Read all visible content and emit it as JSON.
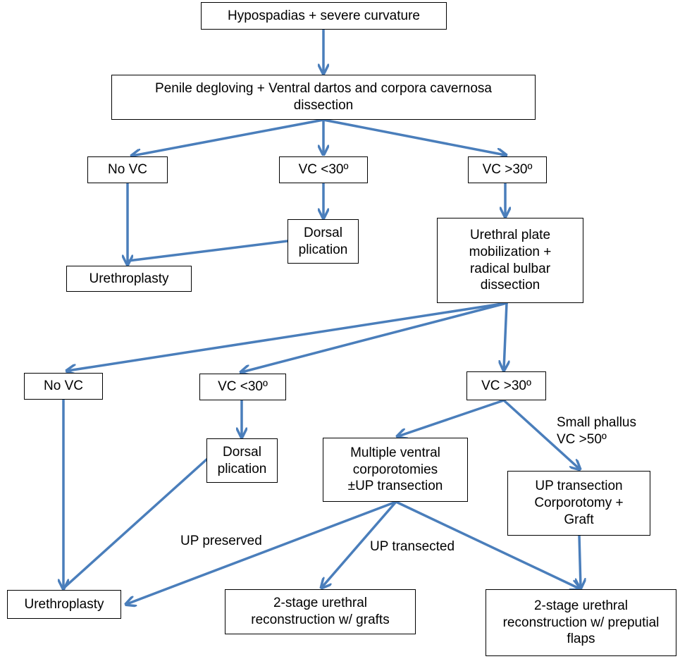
{
  "colors": {
    "arrow": "#4a7ebb",
    "box_border": "#000000"
  },
  "nodes": {
    "top": "Hypospadias + severe curvature",
    "degloving": [
      "Penile degloving + Ventral dartos and corpora cavernosa",
      "dissection"
    ],
    "novc1": "No VC",
    "vclt1": "VC <30º",
    "vcgt1": "VC >30º",
    "dorsal1": [
      "Dorsal",
      "plication"
    ],
    "urethroplasty1": "Urethroplasty",
    "mobilization": [
      "Urethral plate",
      "mobilization +",
      "radical bulbar",
      "dissection"
    ],
    "novc2": "No VC",
    "vclt2": "VC <30º",
    "vcgt2": "VC >30º",
    "dorsal2": [
      "Dorsal",
      "plication"
    ],
    "corporotomies": [
      "Multiple ventral",
      "corporotomies",
      "±UP transection"
    ],
    "transection": [
      "UP transection",
      "Corporotomy +",
      "Graft"
    ],
    "urethroplasty2": "Urethroplasty",
    "twostage_grafts": [
      "2-stage urethral",
      "reconstruction w/ grafts"
    ],
    "twostage_flaps": [
      "2-stage urethral",
      "reconstruction w/ preputial",
      "flaps"
    ]
  },
  "edge_labels": {
    "small_phallus": [
      "Small phallus",
      "VC >50º"
    ],
    "up_preserved": "UP preserved",
    "up_transected": "UP transected"
  }
}
